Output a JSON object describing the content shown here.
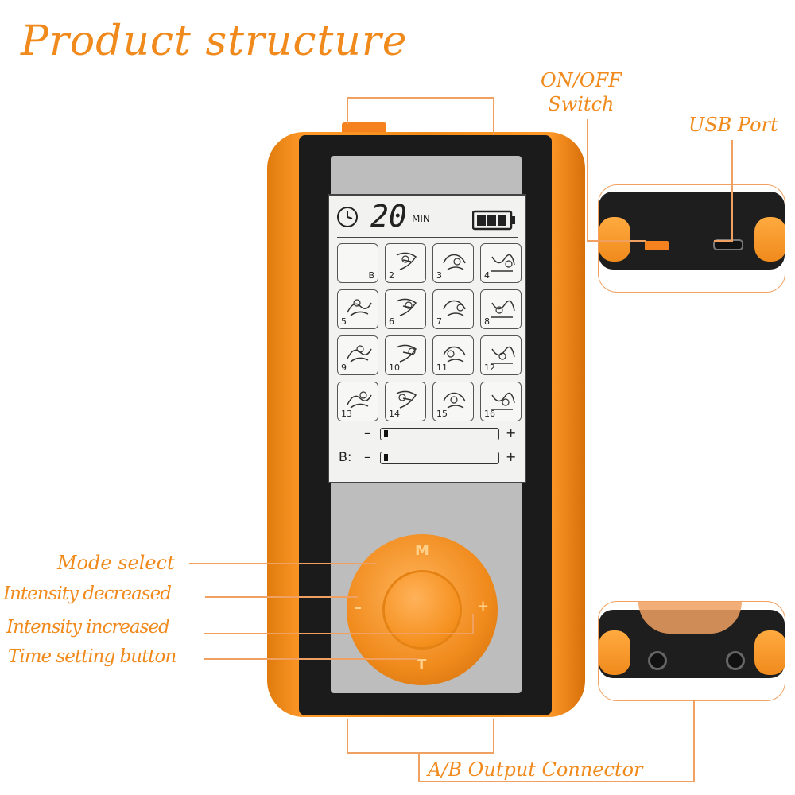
{
  "title": "Product structure",
  "labels": {
    "on_off_line1": "ON/OFF",
    "on_off_line2": "Switch",
    "usb_port": "USB Port",
    "mode_select": "Mode select",
    "intensity_decreased": "Intensity decreased",
    "intensity_increased": "Intensity increased",
    "time_setting": "Time setting button",
    "output_connector": "A/B Output Connector"
  },
  "lcd": {
    "time_value": "20",
    "time_unit": "MIN",
    "mode_cells": [
      {
        "num": "B"
      },
      {
        "num": "2"
      },
      {
        "num": "3"
      },
      {
        "num": "4"
      },
      {
        "num": "5"
      },
      {
        "num": "6"
      },
      {
        "num": "7"
      },
      {
        "num": "8"
      },
      {
        "num": "9"
      },
      {
        "num": "10"
      },
      {
        "num": "11"
      },
      {
        "num": "12"
      },
      {
        "num": "13"
      },
      {
        "num": "14"
      },
      {
        "num": "15"
      },
      {
        "num": "16"
      }
    ],
    "bar_a": {
      "prefix": "",
      "minus": "–",
      "plus": "+"
    },
    "bar_b": {
      "prefix": "B:",
      "minus": "–",
      "plus": "+"
    },
    "battery_level": 3
  },
  "dial": {
    "mode_key": "M",
    "minus_key": "–",
    "plus_key": "+",
    "time_key": "T"
  },
  "icons": [
    "clock-icon",
    "battery-icon",
    "massage-mode-icons"
  ],
  "colors": {
    "accent": "#f08a1c",
    "shell": "#f5901e",
    "bezel": "#1b1b1b"
  }
}
